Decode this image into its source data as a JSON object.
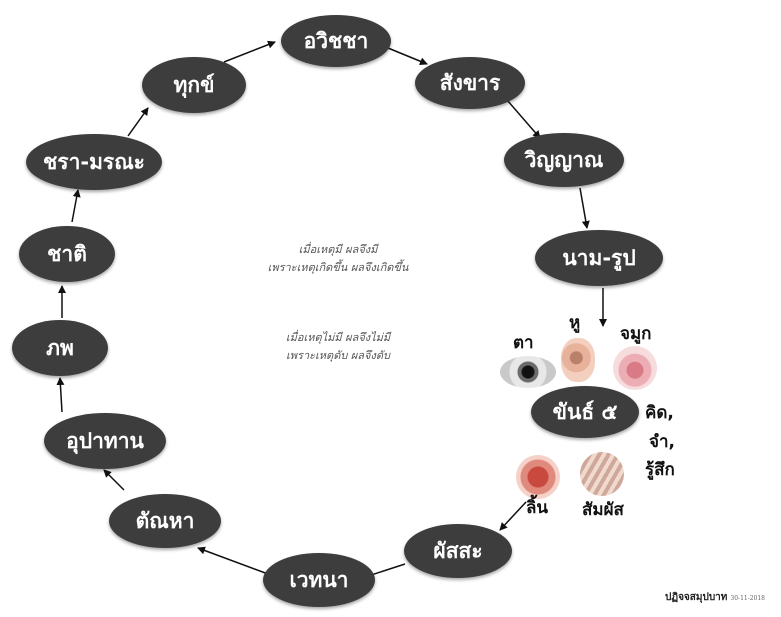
{
  "cycle": {
    "nodes": [
      {
        "label": "อวิชชา"
      },
      {
        "label": "สังขาร"
      },
      {
        "label": "วิญญาณ"
      },
      {
        "label": "นาม-รูป"
      },
      {
        "label": "ขันธ์ ๕"
      },
      {
        "label": "ผัสสะ"
      },
      {
        "label": "เวทนา"
      },
      {
        "label": "ตัณหา"
      },
      {
        "label": "อุปาทาน"
      },
      {
        "label": "ภพ"
      },
      {
        "label": "ชาติ"
      },
      {
        "label": "ชรา-มรณะ"
      },
      {
        "label": "ทุกข์"
      }
    ]
  },
  "center": {
    "line1": "เมื่อเหตุมี ผลจึงมี",
    "line2": "เพราะเหตุเกิดขึ้น ผลจึงเกิดขึ้น",
    "line3": "เมื่อเหตุไม่มี ผลจึงไม่มี",
    "line4": "เพราะเหตุดับ ผลจึงดับ"
  },
  "senses": {
    "eye": "ตา",
    "ear": "หู",
    "nose": "จมูก",
    "mind_1": "คิด,",
    "mind_2": "จำ,",
    "mind_3": "รู้สึก",
    "tongue": "ลิ้น",
    "touch": "สัมผัส"
  },
  "footer": {
    "title": "ปฏิจจสมุปบาท",
    "date": "30-11-2018"
  }
}
